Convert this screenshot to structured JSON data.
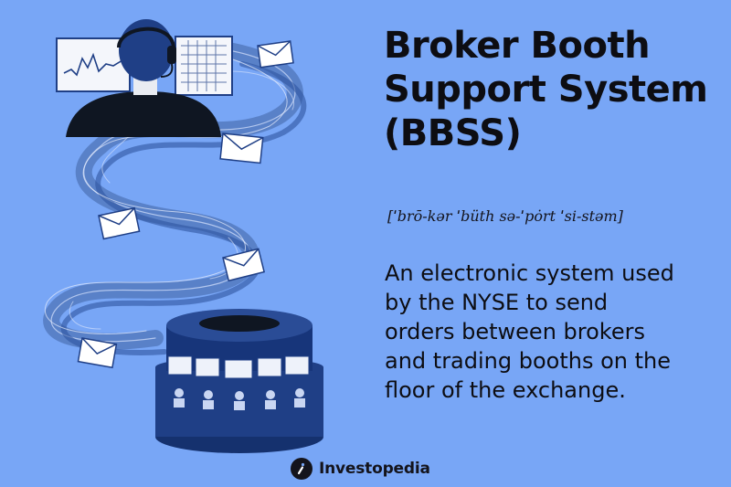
{
  "header": {
    "title_line1": "Broker Booth",
    "title_line2": "Support System",
    "title_line3": "(BBSS)"
  },
  "pronunciation": "[ˈbrō-kər ˈbüth sə-ˈpȯrt ˈsi-stəm]",
  "definition": {
    "line1": "An electronic system used",
    "line2": "by the NYSE to send",
    "line3": "orders between brokers",
    "line4": "and trading booths on the",
    "line5": "floor of the exchange."
  },
  "brand": {
    "name": "Investopedia",
    "icon": "investopedia-logo-icon"
  },
  "colors": {
    "background": "#78a6f6",
    "text": "#0d0d12",
    "navy": "#1f3f86",
    "ribbon": "#5a7fc2"
  }
}
